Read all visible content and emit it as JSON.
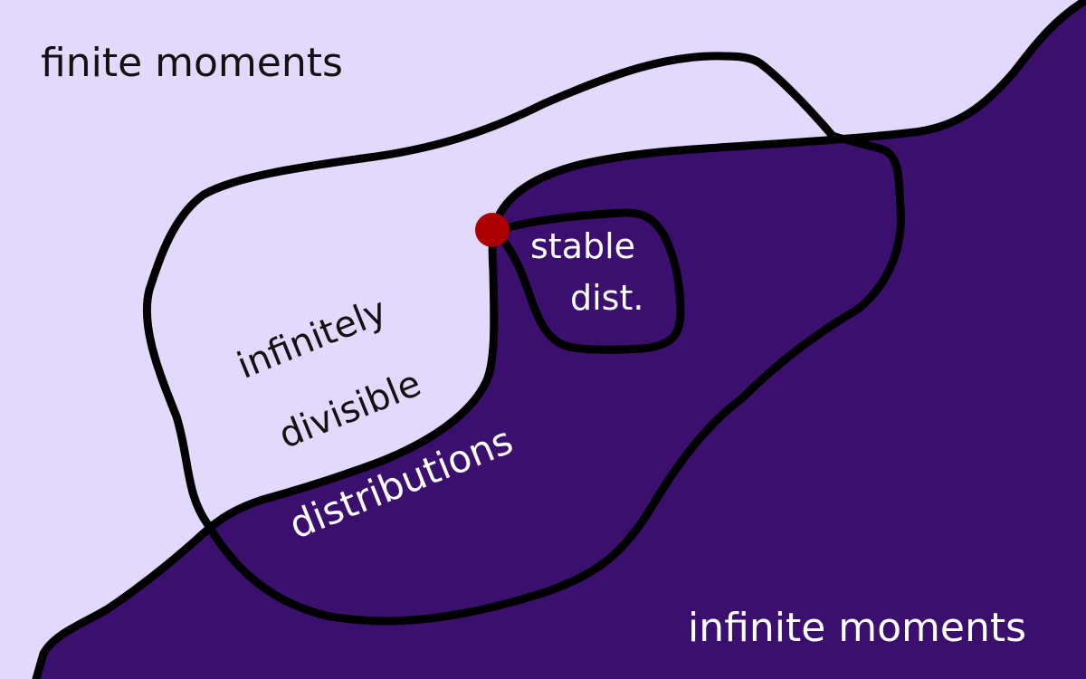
{
  "diagram": {
    "type": "set-inclusion diagram",
    "colors": {
      "finite_region": "#e3d9fd",
      "infinite_region": "#3b0f6e",
      "outline": "#000000",
      "marker": "#aa0000"
    },
    "regions": {
      "finite": {
        "label": "finite moments"
      },
      "infinite": {
        "label": "infinite moments"
      }
    },
    "sets": {
      "infinitely_divisible": {
        "label_line1": "infinitely",
        "label_line2": "divisible",
        "label_line3": "distributions"
      },
      "stable": {
        "label_line1": "stable",
        "label_line2": "dist."
      }
    },
    "marker": {
      "name": "red-point"
    }
  }
}
